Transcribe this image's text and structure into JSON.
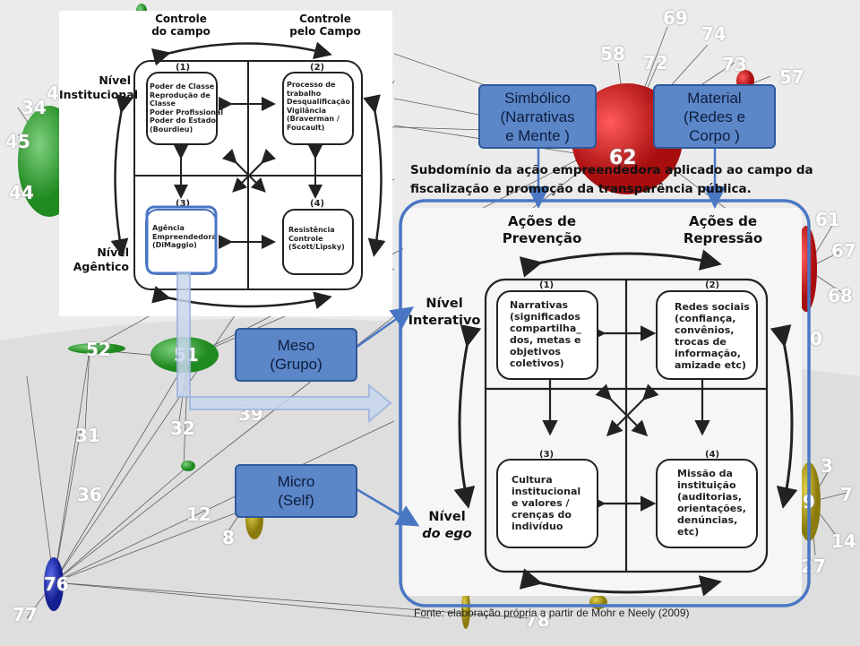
{
  "network_labels": {
    "n34": "34",
    "n45": "45",
    "n44": "44",
    "n58": "58",
    "n69": "69",
    "n72": "72",
    "n74": "74",
    "n73": "73",
    "n57": "57",
    "n62": "62",
    "n61": "61",
    "n67": "67",
    "n68": "68",
    "n52": "52",
    "n51": "51",
    "n31": "31",
    "n32": "32",
    "n36": "36",
    "n12": "12",
    "n8": "8",
    "n39": "39",
    "n3": "3",
    "n7": "7",
    "n14": "14",
    "n27": "27",
    "n76": "76",
    "n77": "77",
    "n78": "78",
    "n4": "4",
    "n9": "9",
    "n0": "0"
  },
  "top_left_diagram": {
    "header_left": "Controle\ndo campo",
    "header_right": "Controle\npelo Campo",
    "level_top": "Nível\nInstitucional",
    "level_bottom": "Nível\nAgêntico",
    "q1_num": "(1)",
    "q1_text": "Poder de Classe\nReprodução de\nClasse\nPoder Profissional\nPoder do Estado\n(Bourdieu)",
    "q2_num": "(2)",
    "q2_text": "Processo de\ntrabalho\nDesqualificação\nVigilância\n(Braverman /\nFoucault)",
    "q3_num": "(3)",
    "q3_text": "Agência\nEmpreendedora\n(DiMaggio)",
    "q4_num": "(4)",
    "q4_text": "Resistência\nControle\n(Scott/Lipsky)"
  },
  "boxes": {
    "simbolico": "Simbólico\n(Narrativas\ne Mente )",
    "material": "Material\n(Redes e\nCorpo )",
    "meso": "Meso\n(Grupo)",
    "micro": "Micro\n(Self)"
  },
  "caption": "Subdomínio da ação empreendedora aplicado ao campo da fiscalização e promoção da transparência pública.",
  "main_diagram": {
    "header_left": "Ações de\nPrevenção",
    "header_right": "Ações de\nRepressão",
    "level_top": "Nível\nInterativo",
    "level_bottom_1": "Nível",
    "level_bottom_2": "do ego",
    "q1_num": "(1)",
    "q1_text": "Narrativas\n(significados\ncompartilha_\ndos, metas e\nobjetivos\ncoletivos)",
    "q2_num": "(2)",
    "q2_text": "Redes sociais\n(confiança,\nconvênios,\ntrocas de\ninformação,\namizade etc)",
    "q3_num": "(3)",
    "q3_text": "Cultura\ninstitucional\ne valores /\ncrenças do\nindivíduo",
    "q4_num": "(4)",
    "q4_text": "Missão da\ninstituição\n(auditorias,\norientações,\ndenúncias,\netc)"
  },
  "footer": "Fonte: elaboração própria a partir de Mohr e Neely (2009)",
  "colors": {
    "box_fill": "#5b86c8",
    "box_border": "#30589a",
    "node_green": "#2e9e2e",
    "node_red": "#c41818",
    "node_blue": "#1d2fb0",
    "node_olive": "#b7a61a"
  }
}
